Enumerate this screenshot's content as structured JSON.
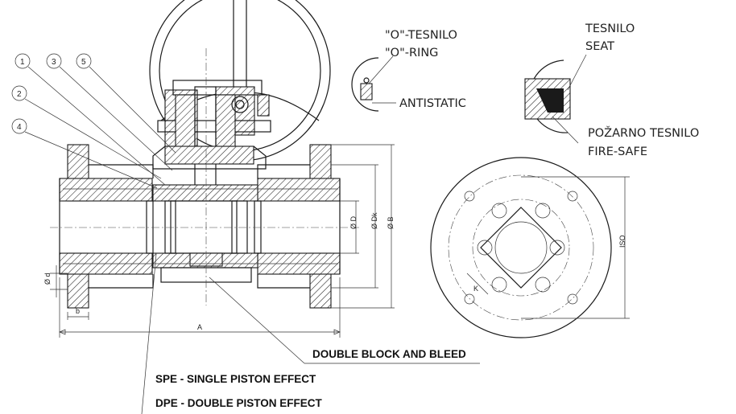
{
  "balloons": [
    "1",
    "3",
    "5",
    "2",
    "4"
  ],
  "dimensions": {
    "d": "Ø d",
    "b": "b",
    "A": "A",
    "D": "Ø D",
    "Dk": "Ø Dk",
    "B": "Ø B",
    "ISO": "ISO",
    "K": "K"
  },
  "callouts": {
    "oring_local": "\"O\"-TESNILO",
    "oring_en": "\"O\"-RING",
    "antistatic": "ANTISTATIC",
    "seat_local": "TESNILO",
    "seat_en": "SEAT",
    "firesafe_local": "POŽARNO TESNILO",
    "firesafe_en": "FIRE-SAFE",
    "dbb": "DOUBLE BLOCK AND BLEED",
    "spe": "SPE - SINGLE PISTON EFFECT",
    "dpe": "DPE - DOUBLE PISTON EFFECT"
  }
}
